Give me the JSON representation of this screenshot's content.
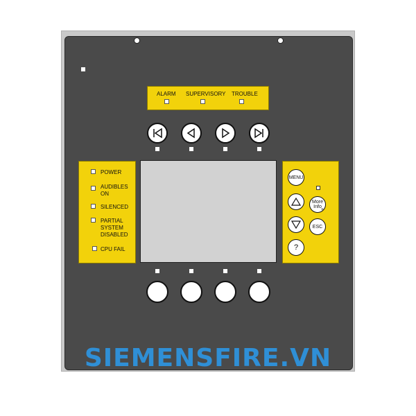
{
  "status_panel": {
    "alarm_label": "ALARM",
    "supervisory_label": "SUPERVISORY",
    "trouble_label": "TROUBLE"
  },
  "indicators": {
    "power": "POWER",
    "audibles_on_line1": "AUDIBLES",
    "audibles_on_line2": "ON",
    "silenced": "SILENCED",
    "partial_line1": "PARTIAL",
    "partial_line2": "SYSTEM",
    "partial_line3": "DISABLED",
    "cpu_fail": "CPU FAIL"
  },
  "keypad": {
    "menu": "MENU",
    "more_info_line1": "More",
    "more_info_line2": "Info",
    "more_info_plus": "+",
    "esc": "ESC",
    "help": "?"
  },
  "nav_icons": [
    "skip-to-first-icon",
    "previous-icon",
    "next-icon",
    "skip-to-last-icon"
  ],
  "watermark": "SIEMENSFIRE.VN",
  "colors": {
    "panel": "#4a4a4a",
    "label_yellow": "#f2d20b",
    "screen": "#d2d2d2",
    "watermark": "#2f8fd6"
  }
}
